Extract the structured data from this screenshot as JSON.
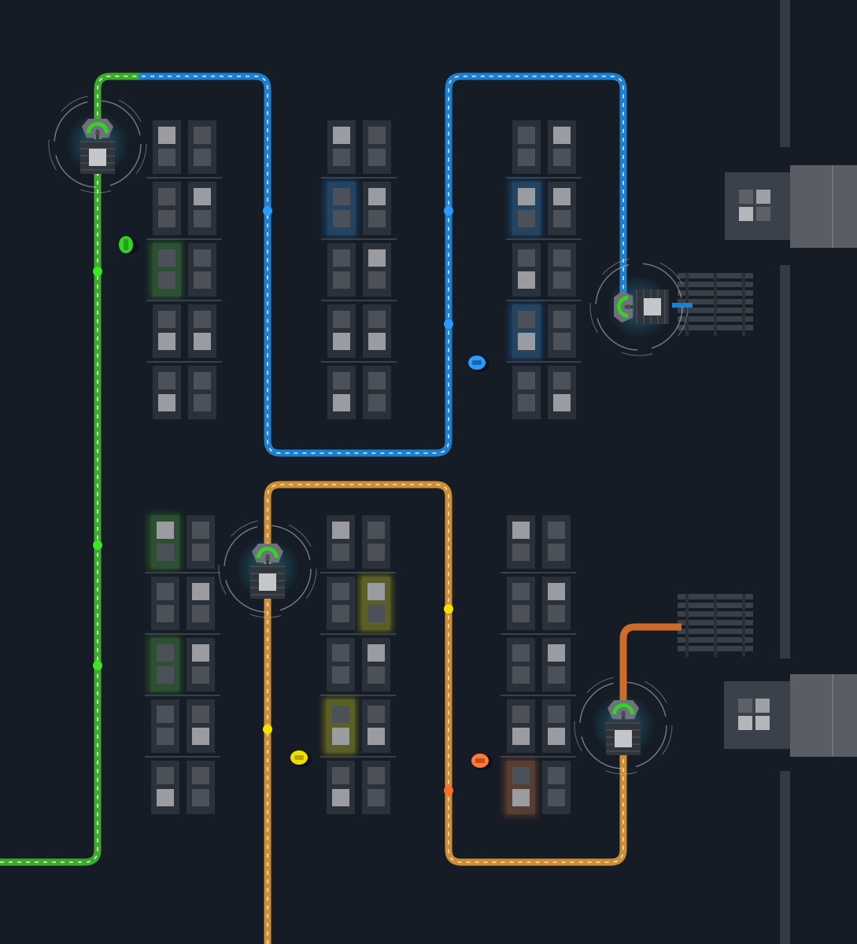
{
  "colors": {
    "background": "#161c26",
    "wall": "#343a45",
    "rack_frame": "#2b313b",
    "bin_dark": "#4c5059",
    "bin_light": "#9a9ca1",
    "route_green": "#3dab2a",
    "route_blue": "#1d7fd0",
    "route_gold": "#cf8e34",
    "route_orange": "#cf6b2a",
    "route_yellow": "#e0e000",
    "robot_arm_green": "#34d226",
    "robot_glow": "#1fb0c8"
  },
  "routes": [
    {
      "id": "green-route",
      "color": "route_green"
    },
    {
      "id": "blue-route",
      "color": "route_blue"
    },
    {
      "id": "gold-route",
      "color": "route_gold"
    },
    {
      "id": "orange-route",
      "color": "route_orange"
    }
  ],
  "racks": {
    "rows_per_block": 5,
    "blocks": 6,
    "highlighted_cells": [
      {
        "block": "top-left",
        "row": 3,
        "side": "left",
        "color": "route_green"
      },
      {
        "block": "top-middle",
        "row": 2,
        "side": "left",
        "color": "route_blue"
      },
      {
        "block": "top-right",
        "row": 2,
        "side": "left",
        "color": "route_blue"
      },
      {
        "block": "top-right",
        "row": 4,
        "side": "left",
        "color": "route_blue"
      },
      {
        "block": "bottom-left",
        "row": 1,
        "side": "left",
        "color": "route_green"
      },
      {
        "block": "bottom-left",
        "row": 3,
        "side": "left",
        "color": "route_green"
      },
      {
        "block": "bottom-middle",
        "row": 2,
        "side": "right",
        "color": "route_yellow"
      },
      {
        "block": "bottom-middle",
        "row": 4,
        "side": "left",
        "color": "route_yellow"
      },
      {
        "block": "bottom-right",
        "row": 5,
        "side": "left",
        "color": "route_orange"
      }
    ]
  },
  "robots": [
    {
      "id": "robot-green",
      "route": "green-route",
      "state": "moving"
    },
    {
      "id": "robot-blue",
      "route": "blue-route",
      "state": "docking"
    },
    {
      "id": "robot-gold",
      "route": "gold-route",
      "state": "moving"
    },
    {
      "id": "robot-orange",
      "route": "orange-route",
      "state": "moving"
    }
  ],
  "workers": [
    {
      "id": "worker-green",
      "color": "robot_arm_green"
    },
    {
      "id": "worker-blue",
      "color": "route_blue"
    },
    {
      "id": "worker-yellow",
      "color": "route_yellow"
    },
    {
      "id": "worker-orange",
      "color": "route_orange"
    }
  ],
  "stations": [
    {
      "id": "station-upper",
      "icon": "grid-icon"
    },
    {
      "id": "station-lower",
      "icon": "grid-icon"
    }
  ],
  "pallets": [
    {
      "id": "pallet-upper"
    },
    {
      "id": "pallet-lower"
    }
  ]
}
